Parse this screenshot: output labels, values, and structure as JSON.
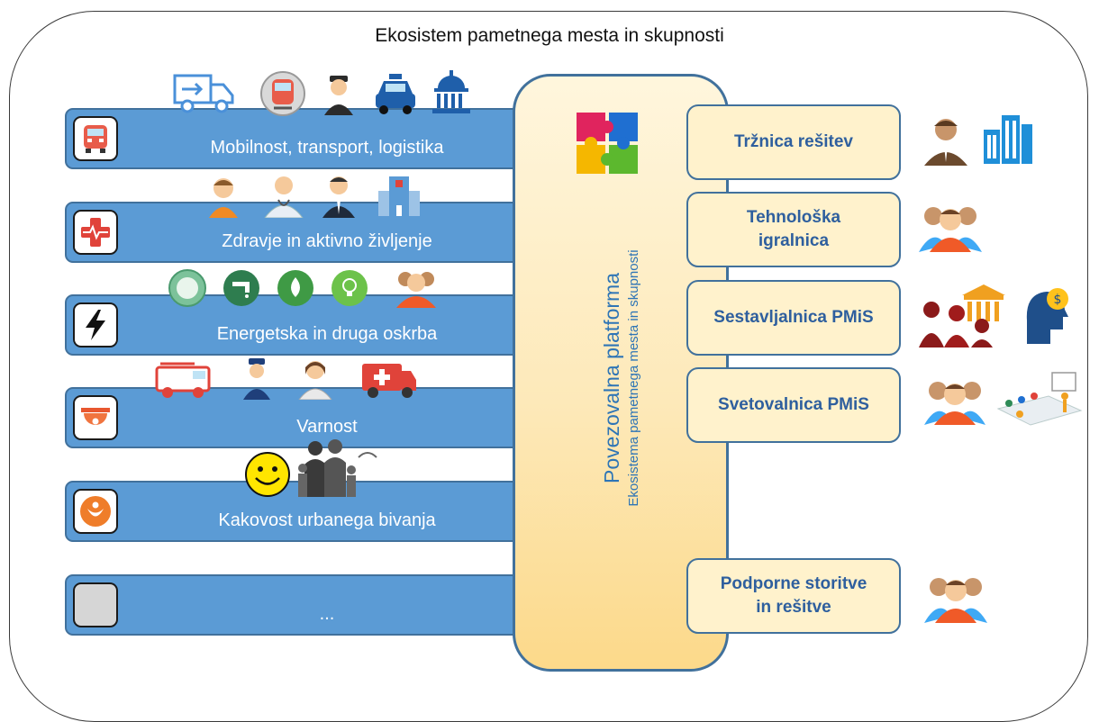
{
  "title": "Ekosistem pametnega mesta in skupnosti",
  "domains": [
    {
      "label": "Mobilnost, transport, logistika",
      "icon": "fire-truck-icon"
    },
    {
      "label": "Zdravje in aktivno življenje",
      "icon": "medical-cross-icon"
    },
    {
      "label": "Energetska in druga oskrba",
      "icon": "lightning-icon"
    },
    {
      "label": "Varnost",
      "icon": "security-camera-icon"
    },
    {
      "label": "Kakovost urbanega bivanja",
      "icon": "wellbeing-icon"
    },
    {
      "label": "...",
      "icon": "placeholder-icon"
    }
  ],
  "platform": {
    "title": "Povezovalna platforma",
    "subtitle": "Ekosistema pametnega mesta in skupnosti"
  },
  "services": [
    {
      "label": "Tržnica rešitev"
    },
    {
      "label": "Tehnološka\nigralnica"
    },
    {
      "label": "Sestavljalnica PMiS"
    },
    {
      "label": "Svetovalnica PMiS"
    },
    {
      "label": "Podporne storitve\nin rešitve"
    }
  ],
  "colors": {
    "bar_fill": "#5b9bd5",
    "bar_border": "#41719c",
    "platform_fill": "#fde9b9",
    "platform_text": "#2e75b6",
    "service_fill": "#fff2cc",
    "service_text": "#2e5f9e"
  }
}
